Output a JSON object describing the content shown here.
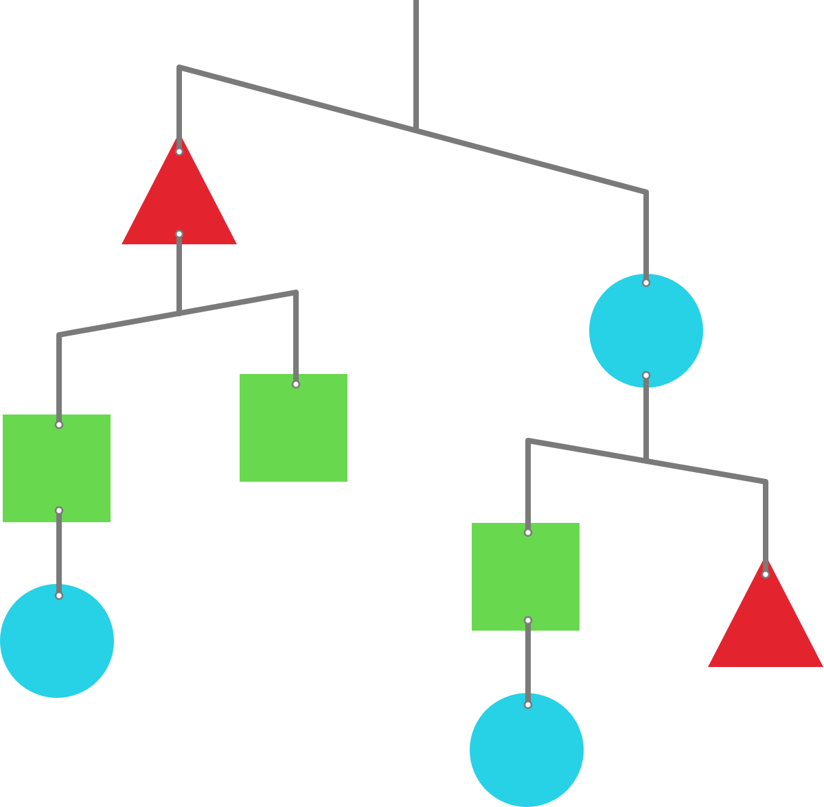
{
  "diagram": {
    "kind": "hanging-mobile",
    "colors": {
      "rod": "#7a7a7a",
      "triangle": "#e3242f",
      "square": "#68d94f",
      "circle": "#27d1e6",
      "hook": "#ffffff",
      "background": "#ffffff"
    },
    "shapes": [
      {
        "id": "top-left-triangle",
        "kind": "triangle",
        "color": "triangle"
      },
      {
        "id": "left-square",
        "kind": "square",
        "color": "square"
      },
      {
        "id": "middle-square",
        "kind": "square",
        "color": "square"
      },
      {
        "id": "bottom-left-circle",
        "kind": "circle",
        "color": "circle"
      },
      {
        "id": "right-circle",
        "kind": "circle",
        "color": "circle"
      },
      {
        "id": "lower-square",
        "kind": "square",
        "color": "square"
      },
      {
        "id": "bottom-circle",
        "kind": "circle",
        "color": "circle"
      },
      {
        "id": "right-triangle",
        "kind": "triangle",
        "color": "triangle"
      }
    ]
  }
}
